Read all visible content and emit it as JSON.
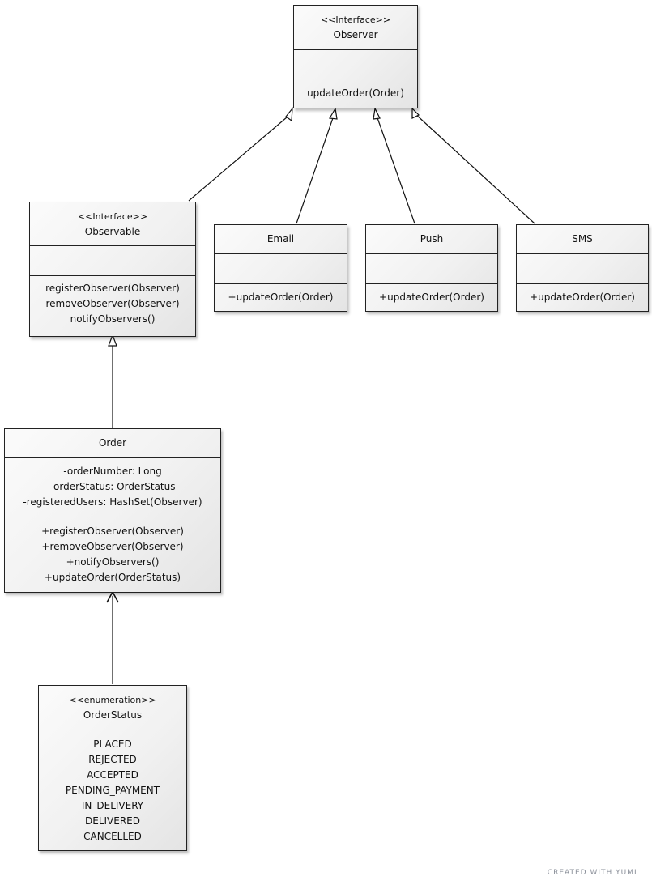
{
  "classes": {
    "observer": {
      "stereotype": "<<Interface>>",
      "name": "Observer",
      "methods": [
        "updateOrder(Order)"
      ]
    },
    "observable": {
      "stereotype": "<<Interface>>",
      "name": "Observable",
      "methods": [
        "registerObserver(Observer)",
        "removeObserver(Observer)",
        "notifyObservers()"
      ]
    },
    "email": {
      "name": "Email",
      "methods": [
        "+updateOrder(Order)"
      ]
    },
    "push": {
      "name": "Push",
      "methods": [
        "+updateOrder(Order)"
      ]
    },
    "sms": {
      "name": "SMS",
      "methods": [
        "+updateOrder(Order)"
      ]
    },
    "order": {
      "name": "Order",
      "attributes": [
        "-orderNumber: Long",
        "-orderStatus: OrderStatus",
        "-registeredUsers: HashSet(Observer)"
      ],
      "methods": [
        "+registerObserver(Observer)",
        "+removeObserver(Observer)",
        "+notifyObservers()",
        "+updateOrder(OrderStatus)"
      ]
    },
    "orderstatus": {
      "stereotype": "<<enumeration>>",
      "name": "OrderStatus",
      "values": [
        "PLACED",
        "REJECTED",
        "ACCEPTED",
        "PENDING_PAYMENT",
        "IN_DELIVERY",
        "DELIVERED",
        "CANCELLED"
      ]
    }
  },
  "relations": [
    {
      "from": "observable",
      "to": "observer",
      "kind": "realization"
    },
    {
      "from": "email",
      "to": "observer",
      "kind": "realization"
    },
    {
      "from": "push",
      "to": "observer",
      "kind": "realization"
    },
    {
      "from": "sms",
      "to": "observer",
      "kind": "realization"
    },
    {
      "from": "order",
      "to": "observable",
      "kind": "realization"
    },
    {
      "from": "orderstatus",
      "to": "order",
      "kind": "dependency"
    }
  ],
  "credit": "CREATED WITH YUML"
}
